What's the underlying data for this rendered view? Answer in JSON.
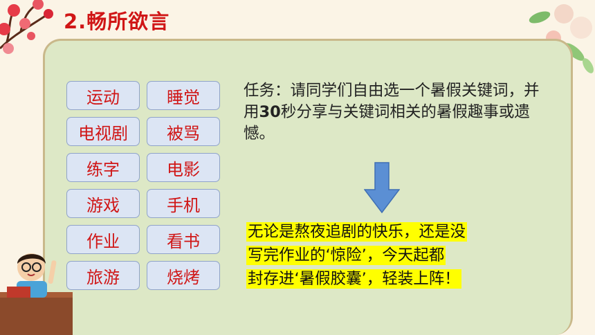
{
  "title": "2.畅所欲言",
  "keywords": {
    "left": [
      "运动",
      "电视剧",
      "练字",
      "游戏",
      "作业",
      "旅游"
    ],
    "right": [
      "睡觉",
      "被骂",
      "电影",
      "手机",
      "看书",
      "烧烤"
    ]
  },
  "task": {
    "prefix": "任务：请同学们自由选一个暑假关键词，并用",
    "time": "30",
    "suffix": "秒分享与关键词相关的暑假趣事或遗憾。"
  },
  "highlight": {
    "lines": [
      "无论是熬夜追剧的快乐，还是没",
      "写完作业的‘惊险’，今天起都",
      "封存进‘暑假胶囊’，轻装上阵！"
    ]
  },
  "colors": {
    "title": "#d01616",
    "keyword_text": "#d01616",
    "keyword_bg": "#dce5f4",
    "panel_bg": "#dde8c6",
    "highlight_bg": "#ffff00",
    "arrow": "#5b8fd4"
  }
}
